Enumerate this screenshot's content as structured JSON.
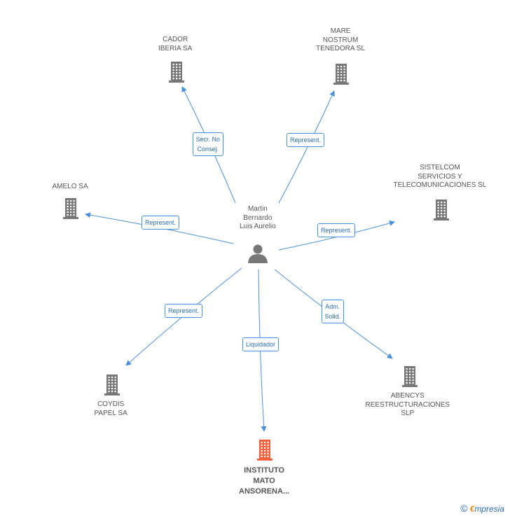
{
  "colors": {
    "edge": "#4a90d9",
    "building": "#777777",
    "focus_building": "#f0603a",
    "person": "#777777"
  },
  "center": {
    "label": "Martin\nBernardo\nLuis Aurelio",
    "icon": "person-icon"
  },
  "nodes": [
    {
      "id": "cador",
      "label": "CADOR\nIBERIA SA",
      "icon": "building-icon"
    },
    {
      "id": "mare",
      "label": "MARE\nNOSTRUM\nTENEDORA SL",
      "icon": "building-icon"
    },
    {
      "id": "amelo",
      "label": "AMELO SA",
      "icon": "building-icon"
    },
    {
      "id": "sistelcom",
      "label": "SISTELCOM\nSERVICIOS Y\nTELECOMUNICACIONES SL",
      "icon": "building-icon"
    },
    {
      "id": "coydis",
      "label": "COYDIS\nPAPEL SA",
      "icon": "building-icon"
    },
    {
      "id": "instituto",
      "label": "INSTITUTO\nMATO\nANSORENA...",
      "icon": "building-icon",
      "focus": true
    },
    {
      "id": "abencys",
      "label": "ABENCYS\nREESTRUCTURACIONES\nSLP",
      "icon": "building-icon"
    }
  ],
  "edges": [
    {
      "to": "cador",
      "label": "Secr.  No\nConsej."
    },
    {
      "to": "mare",
      "label": "Represent."
    },
    {
      "to": "amelo",
      "label": "Represent."
    },
    {
      "to": "sistelcom",
      "label": "Represent."
    },
    {
      "to": "coydis",
      "label": "Represent."
    },
    {
      "to": "instituto",
      "label": "Liquidador"
    },
    {
      "to": "abencys",
      "label": "Adm.\nSolid."
    }
  ],
  "footer": {
    "copyright": "©",
    "brand_e": "€",
    "brand_rest": "mpresia"
  }
}
